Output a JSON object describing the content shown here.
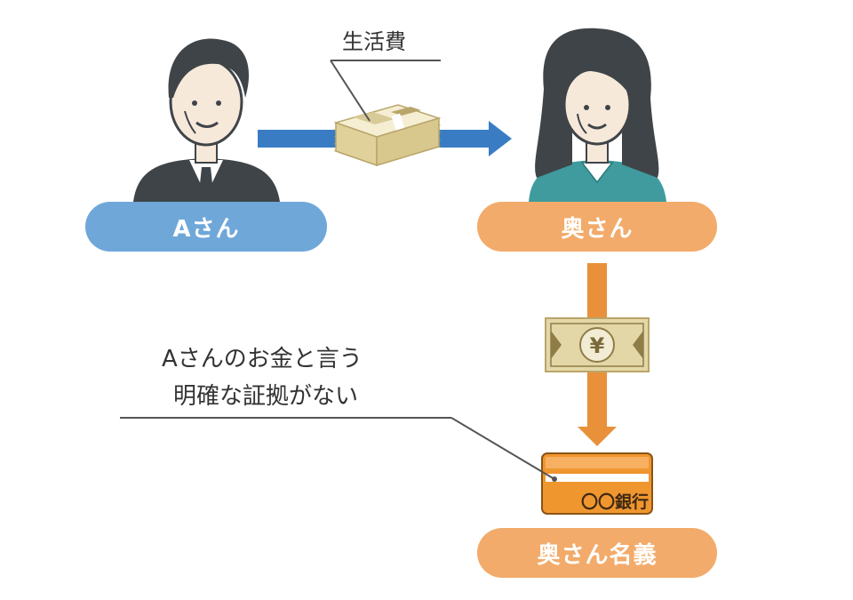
{
  "person_a": {
    "label": "Aさん"
  },
  "wife": {
    "label": "奥さん"
  },
  "money": {
    "label": "生活費"
  },
  "account": {
    "owner_label": "奥さん名義",
    "bank_text": "〇〇銀行"
  },
  "bill_symbol": "¥",
  "note": {
    "line1": "Aさんのお金と言う",
    "line2": "明確な証拠がない"
  },
  "colors": {
    "blue_arrow": "#3a7cc4",
    "orange_arrow": "#e8913a",
    "pill_blue": "#6fa7d9",
    "pill_orange": "#f2ab6a",
    "card_orange": "#f0962f"
  }
}
